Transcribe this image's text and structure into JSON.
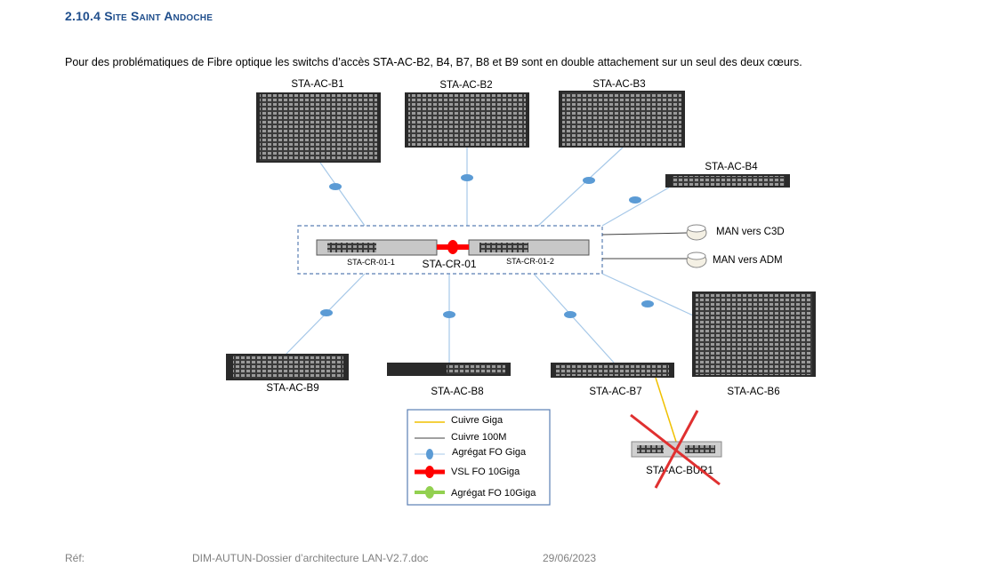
{
  "section": {
    "heading": "2.10.4 Site Saint Andoche"
  },
  "intro": "Pour des problématiques de Fibre optique les switchs d’accès STA-AC-B2, B4, B7, B8 et B9 sont en double attachement sur un seul des deux cœurs.",
  "diagram": {
    "switches": {
      "b1": "STA-AC-B1",
      "b2": "STA-AC-B2",
      "b3": "STA-AC-B3",
      "b4": "STA-AC-B4",
      "b6": "STA-AC-B6",
      "b7": "STA-AC-B7",
      "b8": "STA-AC-B8",
      "b9": "STA-AC-B9",
      "bur1": "STA-AC-BUR1"
    },
    "core": {
      "name": "STA-CR-01",
      "member1": "STA-CR-01-1",
      "member2": "STA-CR-01-2"
    },
    "man": {
      "c3d": "MAN vers C3D",
      "adm": "MAN vers ADM"
    },
    "legend": {
      "copper_giga": "Cuivre Giga",
      "copper_100m": "Cuivre 100M",
      "fo_giga": "Agrégat FO Giga",
      "vsl": "VSL FO 10Giga",
      "fo_10giga": "Agrégat FO 10Giga"
    },
    "colors": {
      "fiber": "#a6c8e8",
      "fiber_dot": "#5b9bd5",
      "copper_giga": "#f0c000",
      "copper_100m": "#404040",
      "vsl": "#ff0000",
      "fo_10giga": "#92d050",
      "removed_cross": "#e03030"
    }
  },
  "footer": {
    "ref": "Réf:",
    "doc": "DIM-AUTUN-Dossier d’architecture LAN-V2.7.doc",
    "date": "29/06/2023"
  }
}
